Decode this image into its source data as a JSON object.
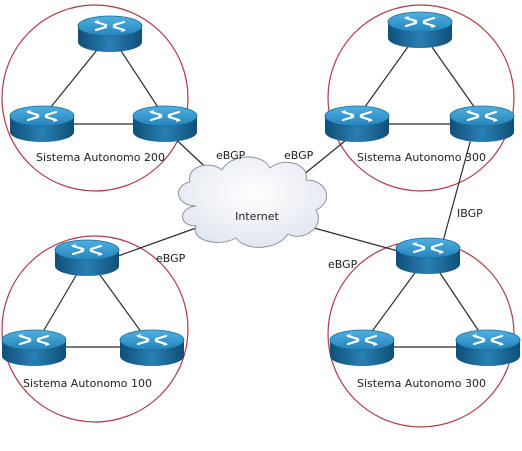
{
  "diagram": {
    "internet_label": "Internet",
    "systems": [
      {
        "id": "as-200",
        "label": "Sistema Autonomo 200"
      },
      {
        "id": "as-300-top",
        "label": "Sistema Autonomo 300"
      },
      {
        "id": "as-100",
        "label": "Sistema Autonomo 100"
      },
      {
        "id": "as-300-bottom",
        "label": "Sistema Autonomo 300"
      }
    ],
    "links": [
      {
        "id": "as200-internet",
        "label": "eBGP"
      },
      {
        "id": "as300top-internet",
        "label": "eBGP"
      },
      {
        "id": "as100-internet",
        "label": "eBGP"
      },
      {
        "id": "as300bottom-internet",
        "label": "eBGP"
      },
      {
        "id": "as300top-as300bottom",
        "label": "IBGP"
      }
    ],
    "colors": {
      "as_circle": "#b03a48",
      "router_top": "#2b8fc4",
      "router_side": "#1d6a98",
      "link": "#2b2b2b",
      "cloud": "#eef1f6"
    }
  }
}
